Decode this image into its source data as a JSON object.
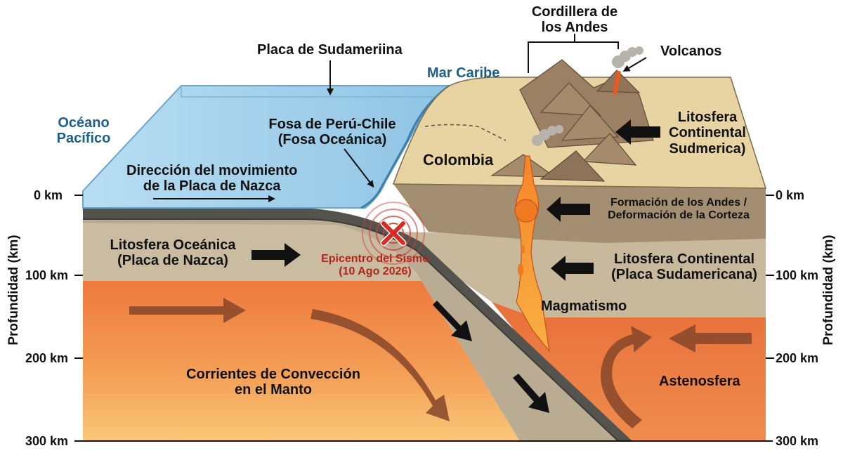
{
  "labels": {
    "cordillera": "Cordillera de\nlos Andes",
    "placa_sudamerica": "Placa de Sudameriina",
    "mar_caribe": "Mar Caribe",
    "volcanos": "Volcanos",
    "oceano": "Océano\nPacífico",
    "fosa": "Fosa de Perú-Chile\n(Fosa Oceánica)",
    "direccion": "Dirección del movimiento\nde la Placa de Nazca",
    "colombia": "Colombia",
    "lito_cont_sud": "Litosfera\nContinental\nSudmerica)",
    "formacion": "Formación de los Andes /\nDeformación de la Corteza",
    "lito_oceanica": "Litosfera Oceánica\n(Placa de Nazca)",
    "epicentro": "Epicentro del Sismo\n(10 Ago 2026)",
    "lito_cont_placa": "Litosfera Continental\n(Placa Sudamericana)",
    "magmatismo": "Magmatismo",
    "corrientes": "Corrientes de Convección\nen el Manto",
    "astenosfera": "Astenosfera"
  },
  "axis": {
    "title": "Profundidad (km)",
    "ticks": [
      "0 km",
      "100 km",
      "200 km",
      "300 km"
    ]
  },
  "colors": {
    "ocean": "#a9d3ec",
    "land": "#e8d6a4",
    "crust": "#a58f74",
    "lithosphere": "#c7b89e",
    "mantle": "#ec8245",
    "slab": "#b4a891",
    "magma": "#f07a22"
  }
}
